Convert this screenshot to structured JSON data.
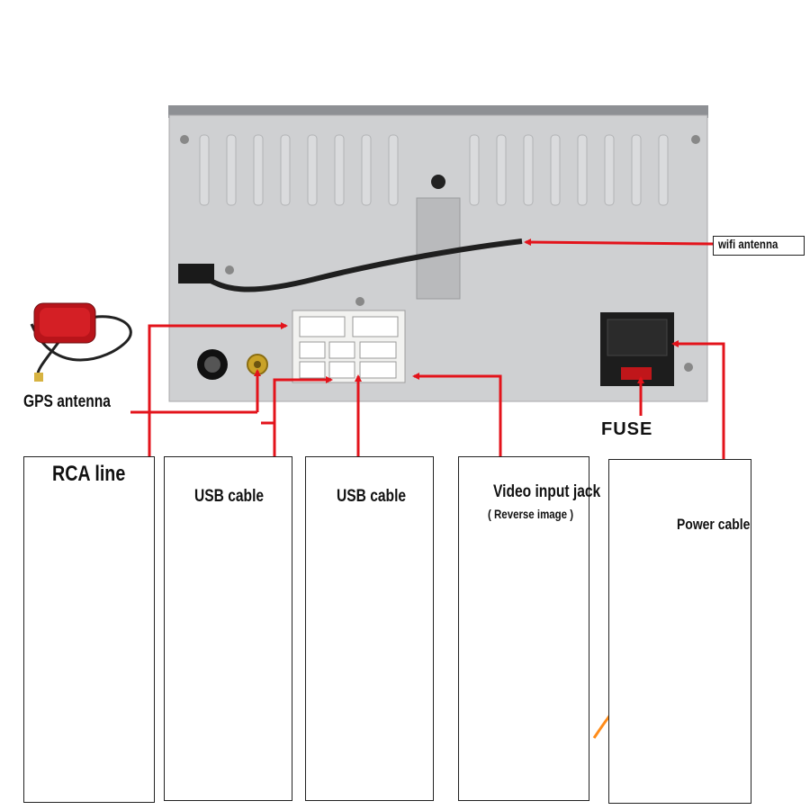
{
  "labels": {
    "wifi_antenna": "wifi antenna",
    "gps_antenna": "GPS antenna",
    "fuse": "FUSE",
    "rca_line": "RCA line",
    "usb_cable_1": "USB cable",
    "usb_cable_2": "USB cable",
    "video_input_jack": "Video input jack",
    "reverse_image": "( Reverse image )",
    "power_cable": "Power cable"
  },
  "colors": {
    "arrow": "#e3131b",
    "unit_body": "#cfd0d2",
    "connector": "#f2f2f0",
    "rca_red": "#d8151a",
    "rca_yellow": "#f3c800",
    "rca_white": "#f4f4f4"
  }
}
